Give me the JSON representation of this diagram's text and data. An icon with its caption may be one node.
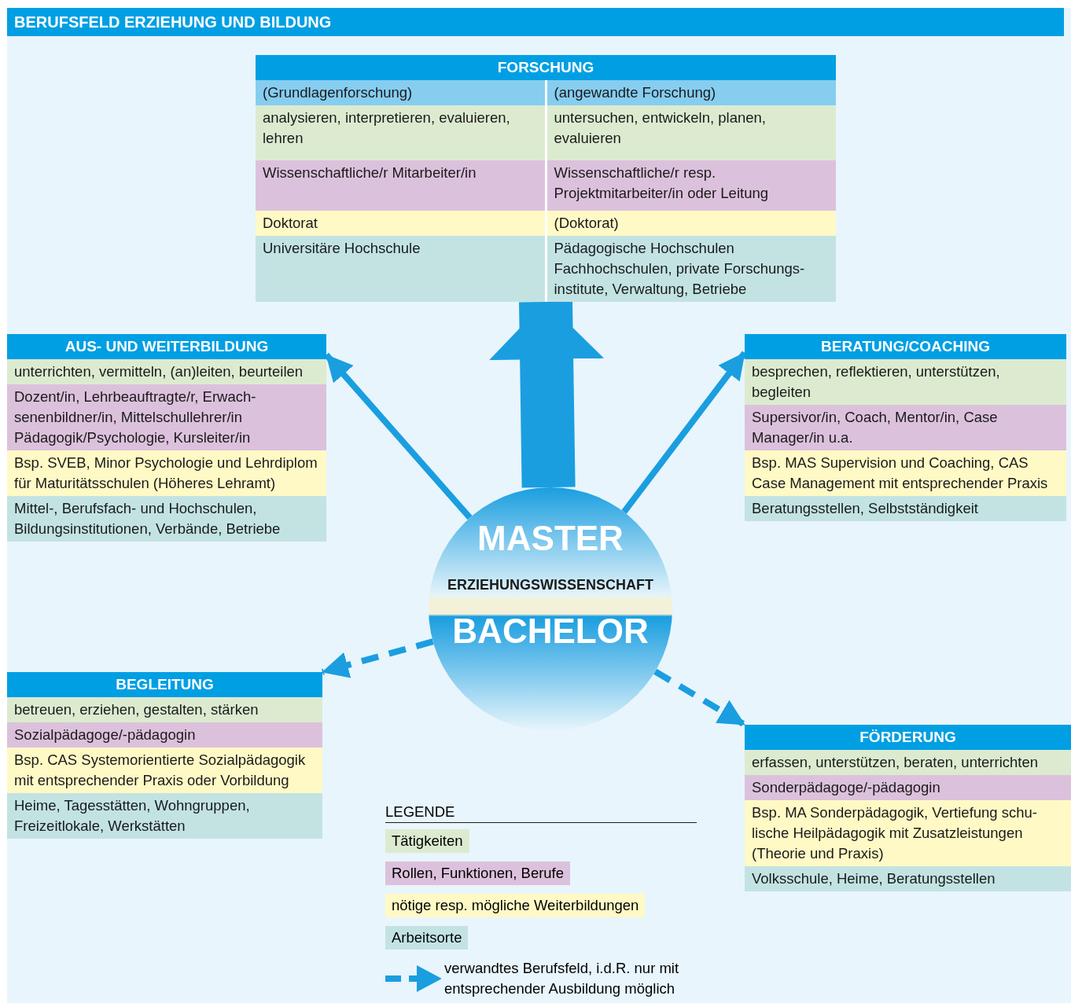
{
  "diagram": {
    "title": "BERUFSFELD ERZIEHUNG UND BILDUNG",
    "nodes": [
      {
        "text": [
          "FORSCHUNG",
          "(Grundlagenforschung)",
          "(angewandte Forschung)",
          "analysieren, interpretieren, evaluieren, lehren",
          "untersuchen, entwickeln, planen, evaluieren",
          "Wissenschaftliche/r Mitarbeiter/in",
          "Wissenschaftliche/r resp. Projektmitarbeiter/in oder Leitung",
          "Doktorat",
          "(Doktorat)",
          "Universitäre Hochschule",
          "Pädagogische Hochschulen Fachhochschulen, private Forschungs- institute, Verwaltung, Betriebe"
        ]
      },
      {
        "text": [
          "AUS- UND WEITERBILDUNG",
          "unterrichten, vermitteln, (an)leiten, beurteilen",
          "Dozent/in, Lehrbeauftragte/r, Erwach- senenbildner/in, Mittelschullehrer/in Pädagogik/Psychologie, Kursleiter/in",
          "Bsp. SVEB, Minor Psychologie und Lehrdiplom für Maturitätsschulen (Höheres Lehramt)",
          "Mittel-, Berufsfach- und Hochschulen, Bildungsinstitutionen, Verbände, Betriebe"
        ]
      },
      {
        "text": [
          "BERATUNG/COACHING",
          "besprechen, reflektieren, unterstützen, begleiten",
          "Supersivor/in, Coach, Mentor/in, Case Manager/in u.a.",
          "Bsp. MAS Supervision und Coaching, CAS Case Management mit entsprechender Praxis",
          "Beratungsstellen, Selbstständigkeit"
        ]
      },
      {
        "text": [
          "MASTER",
          "ERZIEHUNGSWISSENSCHAFT",
          "BACHELOR"
        ]
      },
      {
        "text": [
          "BEGLEITUNG",
          "betreuen, erziehen, gestalten, stärken",
          "Sozialpädagoge/-pädagogin",
          "Bsp. CAS Systemorientierte Sozialpädagogik mit entsprechender Praxis oder Vorbildung",
          "Heime, Tagesstätten, Wohngruppen, Freizeitlokale, Werkstätten"
        ]
      },
      {
        "text": [
          "FÖRDERUNG",
          "erfassen, unterstützen, beraten, unterrichten",
          "Sonderpädagoge/-pädagogin",
          "Bsp. MA Sonderpädagogik, Vertiefung schu- lische Heilpädagogik mit Zusatzleistungen (Theorie und Praxis)",
          "Volksschule, Heime, Beratungsstellen"
        ]
      }
    ],
    "edges": [
      {
        "from": 3,
        "to": 0,
        "arrow": "to",
        "style": "thick"
      },
      {
        "from": 3,
        "to": 1,
        "arrow": "to"
      },
      {
        "from": 3,
        "to": 2,
        "arrow": "to"
      },
      {
        "from": 3,
        "to": 4,
        "arrow": "to",
        "style": "dashed"
      },
      {
        "from": 3,
        "to": 5,
        "arrow": "to",
        "style": "dashed"
      }
    ],
    "labels": [
      "LEGENDE"
    ],
    "legend": [
      {
        "text": "Tätigkeiten",
        "color": "#dcebd0"
      },
      {
        "text": "Rollen, Funktionen, Berufe",
        "color": "#dcc1dc"
      },
      {
        "text": "nötige resp. mögliche Weiterbildungen",
        "color": "#fff9c6"
      },
      {
        "text": "Arbeitsorte",
        "color": "#c3e3e3"
      },
      {
        "text": "verwandtes Berufsfeld, i.d.R. nur mit entsprechender Ausbildung möglich"
      }
    ]
  }
}
